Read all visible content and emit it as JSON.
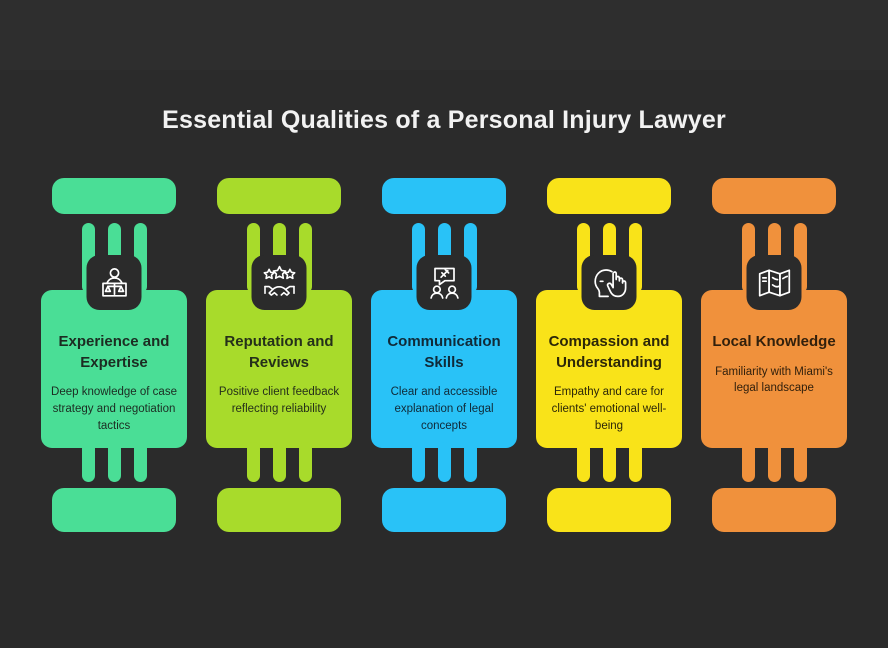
{
  "page": {
    "title": "Essential Qualities of a Personal Injury Lawyer",
    "background_color": "#2b2b2b",
    "title_color": "#f2f2f2",
    "watermark": ""
  },
  "columns": [
    {
      "id": "experience-and-expertise",
      "title": "Experience and Expertise",
      "description": "Deep knowledge of case strategy and negotiation tactics",
      "color": "#4ADE96",
      "icon": "scales-of-justice-person-icon",
      "text_color": "#1c2c22"
    },
    {
      "id": "reputation-and-reviews",
      "title": "Reputation and Reviews",
      "description": "Positive client feedback reflecting reliability",
      "color": "#A8DB2B",
      "icon": "stars-handshake-icon",
      "text_color": "#25301a"
    },
    {
      "id": "communication-skills",
      "title": "Communication Skills",
      "description": "Clear and accessible explanation of legal concepts",
      "color": "#29C2F7",
      "icon": "gavel-speech-bubble-people-icon",
      "text_color": "#102a38"
    },
    {
      "id": "compassion-and-understanding",
      "title": "Compassion and Understanding",
      "description": "Empathy and care for clients' emotional well-being",
      "color": "#F9E319",
      "icon": "head-profile-hand-icon",
      "text_color": "#2c2708"
    },
    {
      "id": "local-knowledge",
      "title": "Local Knowledge",
      "description": "Familiarity with Miami's legal landscape",
      "color": "#F0913C",
      "icon": "folded-map-icon",
      "text_color": "#32200c"
    }
  ]
}
